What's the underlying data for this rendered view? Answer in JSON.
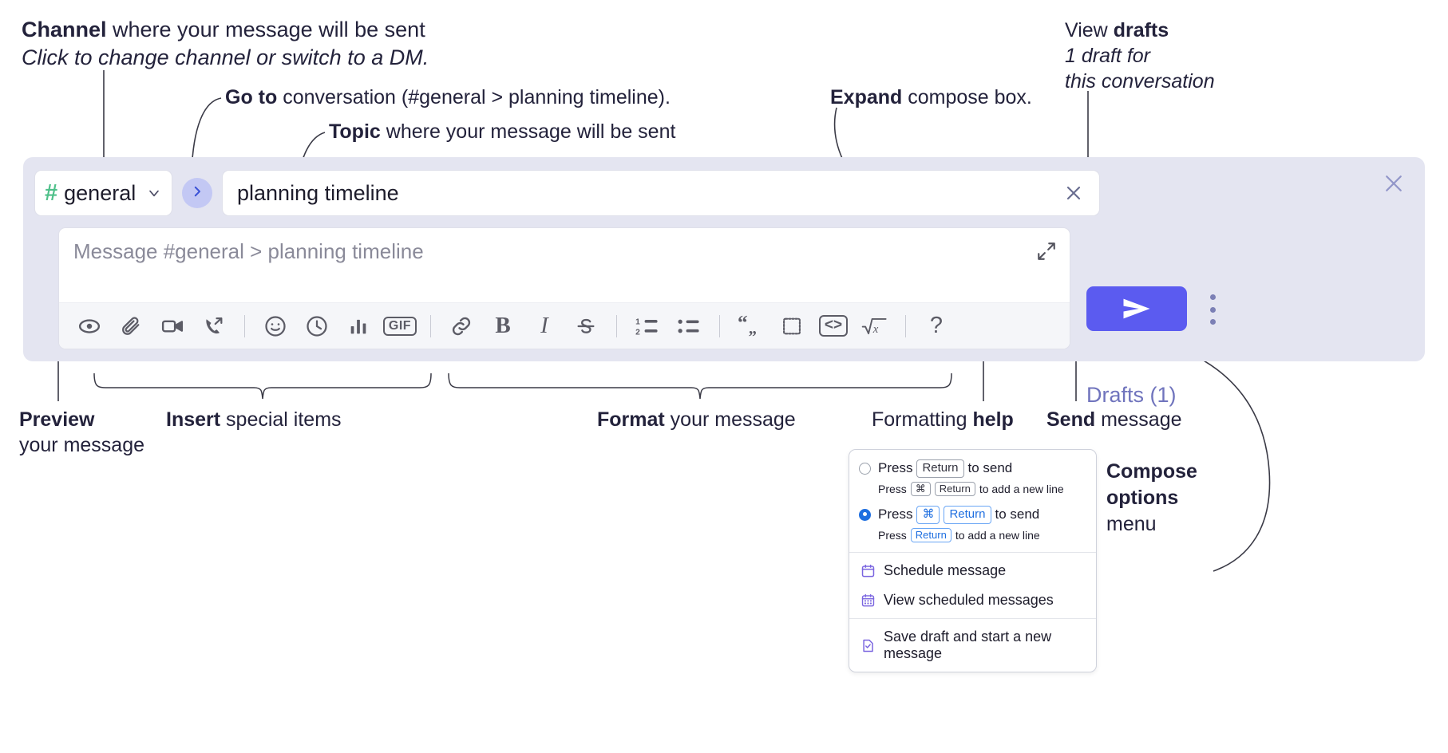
{
  "annotations": {
    "channel": {
      "bold": "Channel",
      "rest": " where your message will be sent",
      "italic": "Click to change channel or switch to a DM."
    },
    "goto": {
      "bold": "Go to",
      "rest": " conversation (#general > planning timeline)."
    },
    "topic": {
      "bold": "Topic",
      "rest": " where your message will be sent"
    },
    "expand": {
      "bold": "Expand",
      "rest": " compose box."
    },
    "drafts": {
      "line1_plain": "View ",
      "line1_bold": "drafts",
      "line2": "1 draft for",
      "line3": "this conversation"
    },
    "preview": {
      "bold": "Preview",
      "line2": "your message"
    },
    "insert": {
      "bold": "Insert",
      "rest": " special items"
    },
    "format": {
      "bold": "Format",
      "rest": " your message"
    },
    "help": {
      "plain": "Formatting ",
      "bold": "help"
    },
    "send": {
      "bold": "Send",
      "rest": " message"
    },
    "compose": {
      "bold1": "Compose",
      "bold2": "options",
      "plain": "menu"
    }
  },
  "compose": {
    "channel": {
      "hash": "#",
      "name": "general",
      "chevron_icon": "chevron-down-icon"
    },
    "goto_button_icon": "chevron-right-icon",
    "topic": {
      "value": "planning timeline",
      "clear_icon": "close-icon"
    },
    "message": {
      "placeholder": "Message #general > planning timeline",
      "value": ""
    },
    "expand_icon": "expand-icon",
    "toolbar": [
      {
        "name": "preview-button",
        "icon": "eye-icon",
        "glyph": "eye"
      },
      {
        "name": "attach-button",
        "icon": "paperclip-icon",
        "glyph": "paperclip"
      },
      {
        "name": "video-clip-button",
        "icon": "video-camera-icon",
        "glyph": "video"
      },
      {
        "name": "audio-clip-button",
        "icon": "phone-arrow-icon",
        "glyph": "phone"
      },
      {
        "name": "separator-1",
        "icon": "divider",
        "glyph": "sep"
      },
      {
        "name": "emoji-button",
        "icon": "smiley-icon",
        "glyph": "smiley"
      },
      {
        "name": "schedule-button",
        "icon": "clock-icon",
        "glyph": "clock"
      },
      {
        "name": "poll-button",
        "icon": "bar-chart-icon",
        "glyph": "bars"
      },
      {
        "name": "gif-button",
        "icon": "gif-icon",
        "glyph": "GIF"
      },
      {
        "name": "separator-2",
        "icon": "divider",
        "glyph": "sep"
      },
      {
        "name": "link-button",
        "icon": "link-icon",
        "glyph": "link"
      },
      {
        "name": "bold-button",
        "icon": "bold-icon",
        "glyph": "B"
      },
      {
        "name": "italic-button",
        "icon": "italic-icon",
        "glyph": "I"
      },
      {
        "name": "strikethrough-button",
        "icon": "strikethrough-icon",
        "glyph": "S"
      },
      {
        "name": "separator-3",
        "icon": "divider",
        "glyph": "sep"
      },
      {
        "name": "ordered-list-button",
        "icon": "ordered-list-icon",
        "glyph": "ol"
      },
      {
        "name": "bulleted-list-button",
        "icon": "bulleted-list-icon",
        "glyph": "ul"
      },
      {
        "name": "separator-4",
        "icon": "divider",
        "glyph": "sep"
      },
      {
        "name": "blockquote-button",
        "icon": "quote-icon",
        "glyph": "quote"
      },
      {
        "name": "code-block-button",
        "icon": "code-block-icon",
        "glyph": "codeblock"
      },
      {
        "name": "inline-code-button",
        "icon": "code-icon",
        "glyph": "<>"
      },
      {
        "name": "math-button",
        "icon": "square-root-icon",
        "glyph": "sqrt"
      },
      {
        "name": "separator-5",
        "icon": "divider",
        "glyph": "sep"
      },
      {
        "name": "formatting-help-button",
        "icon": "question-mark-icon",
        "glyph": "?"
      }
    ],
    "send_button": {
      "label": "",
      "icon": "send-paper-plane-icon"
    },
    "compose_options_icon": "kebab-menu-icon",
    "drafts_link": "Drafts (1)",
    "panel_close_icon": "close-icon"
  },
  "options_menu": {
    "choices": [
      {
        "selected": false,
        "main_prefix": "Press",
        "main_keys": [
          "Return"
        ],
        "main_suffix": "to send",
        "sub_prefix": "Press",
        "sub_keys": [
          "⌘",
          "Return"
        ],
        "sub_suffix": "to add a new line"
      },
      {
        "selected": true,
        "main_prefix": "Press",
        "main_keys": [
          "⌘",
          "Return"
        ],
        "main_suffix": "to send",
        "sub_prefix": "Press",
        "sub_keys": [
          "Return"
        ],
        "sub_suffix": "to add a new line"
      }
    ],
    "items": [
      {
        "label": "Schedule message",
        "icon": "calendar-icon"
      },
      {
        "label": "View scheduled messages",
        "icon": "calendar-grid-icon"
      },
      {
        "label": "Save draft and start a new message",
        "icon": "document-check-icon"
      }
    ]
  },
  "colors": {
    "panel_bg": "#e4e5f1",
    "send_accent": "#5b5bf0",
    "hash_green": "#4fc08a",
    "goto_pill": "#c3c8f4",
    "drafts_text": "#7074bd",
    "radio_blue": "#1f6fe0",
    "menu_icon_purple": "#7b66e0",
    "text": "#23223b"
  }
}
